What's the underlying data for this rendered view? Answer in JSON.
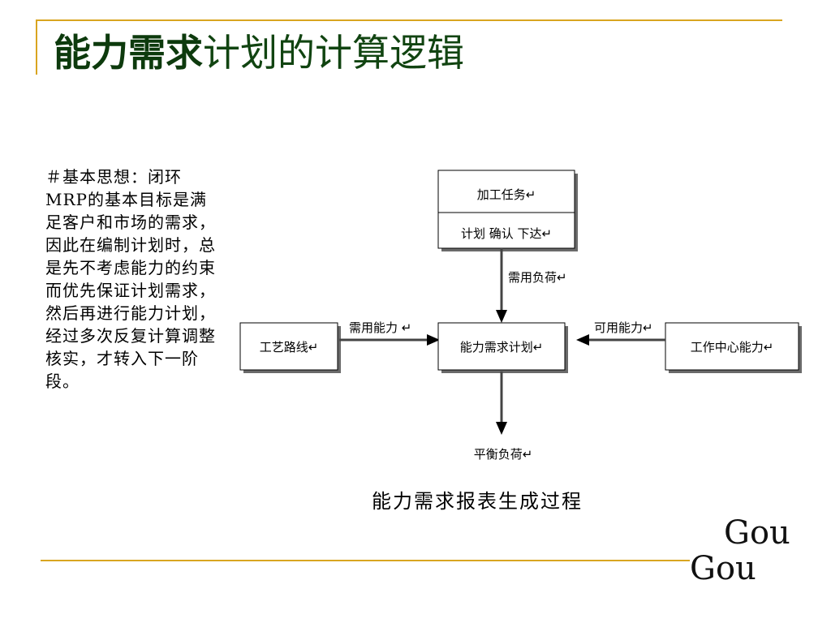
{
  "slide": {
    "title_bold": "能力需求",
    "title_rest": "计划的计算逻辑",
    "body_text": "＃基本思想：闭环MRP的基本目标是满足客户和市场的需求，因此在编制计划时，总是先不考虑能力的约束而优先保证计划需求，然后再进行能力计划，经过多次反复计算调整核实，才转入下一阶段。",
    "caption": "能力需求报表生成过程",
    "accent_color": "#d9a520",
    "title_color": "#114411"
  },
  "diagram": {
    "task_box_title": "加工任务↵",
    "task_box_actions": "计划  确认  下达↵",
    "label_required_load": "需用负荷↵",
    "label_required_capacity": "需用能力 ↵",
    "label_available_capacity": "可用能力↵",
    "routing_box": "工艺路线↵",
    "center_box": "能力需求计划↵",
    "workcenter_box": "工作中心能力↵",
    "balance_label": "平衡负荷↵"
  },
  "logo": {
    "line1": "Gou",
    "line2": "Gou"
  }
}
